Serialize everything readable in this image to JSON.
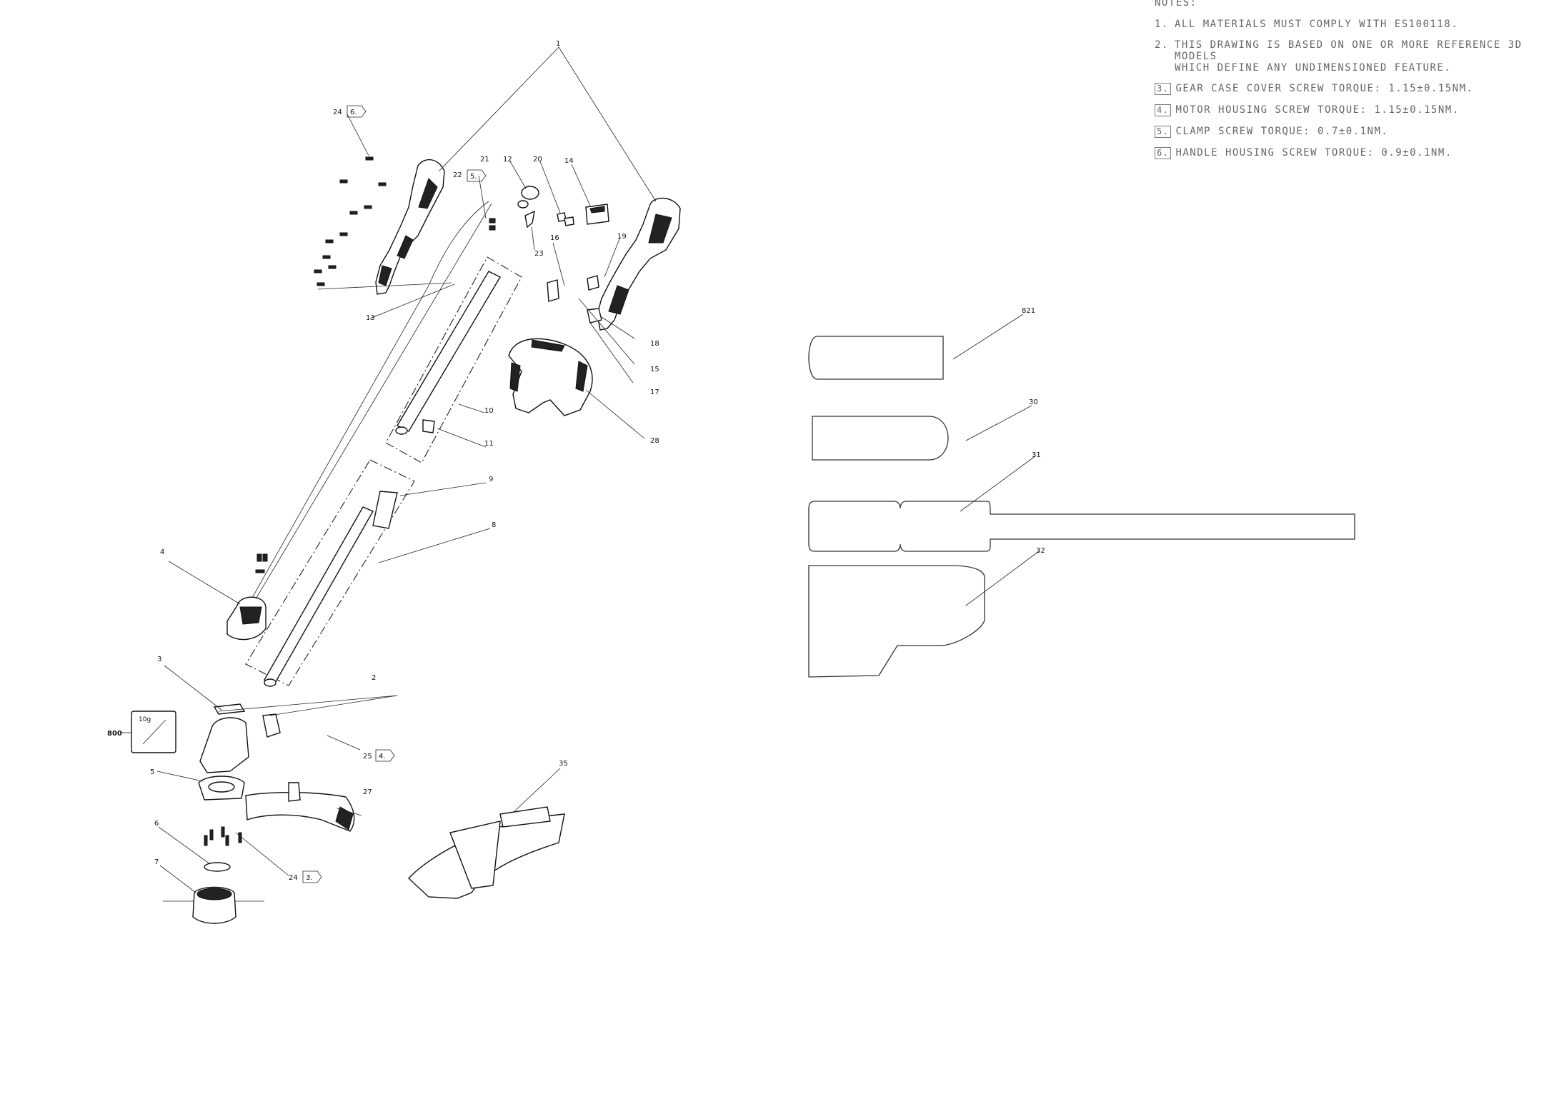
{
  "notes": {
    "heading": "NOTES:",
    "items": [
      {
        "num": "1.",
        "flag": "",
        "text": "ALL MATERIALS MUST COMPLY WITH ES100118."
      },
      {
        "num": "2.",
        "flag": "",
        "text": "THIS DRAWING IS BASED ON ONE OR MORE REFERENCE 3D MODELS\nWHICH DEFINE ANY UNDIMENSIONED FEATURE."
      },
      {
        "num": "",
        "flag": "3.",
        "text": "GEAR CASE COVER SCREW TORQUE: 1.15±0.15NM."
      },
      {
        "num": "",
        "flag": "4.",
        "text": "MOTOR HOUSING SCREW TORQUE: 1.15±0.15NM."
      },
      {
        "num": "",
        "flag": "5.",
        "text": "CLAMP SCREW TORQUE: 0.7±0.1NM."
      },
      {
        "num": "",
        "flag": "6.",
        "text": "HANDLE HOUSING SCREW TORQUE: 0.9±0.1NM."
      }
    ]
  },
  "balloons": {
    "b1": "1",
    "b2": "2",
    "b3": "3",
    "b4": "4",
    "b5": "5",
    "b6": "6",
    "b7": "7",
    "b8": "8",
    "b9": "9",
    "b10": "10",
    "b11": "11",
    "b12": "12",
    "b13": "13",
    "b14": "14",
    "b15": "15",
    "b16": "16",
    "b17": "17",
    "b18": "18",
    "b19": "19",
    "b20": "20",
    "b21": "21",
    "b22": "22",
    "b23": "23",
    "b24a": "24",
    "b24b": "24",
    "b25": "25",
    "b27": "27",
    "b28": "28",
    "b30": "30",
    "b31": "31",
    "b32": "32",
    "b35": "35",
    "b821": "821",
    "b800": "800"
  },
  "flags": {
    "f24a": "6.",
    "f22": "5.",
    "f25": "4.",
    "f24b": "3."
  },
  "grease_box": {
    "label": "10g"
  }
}
